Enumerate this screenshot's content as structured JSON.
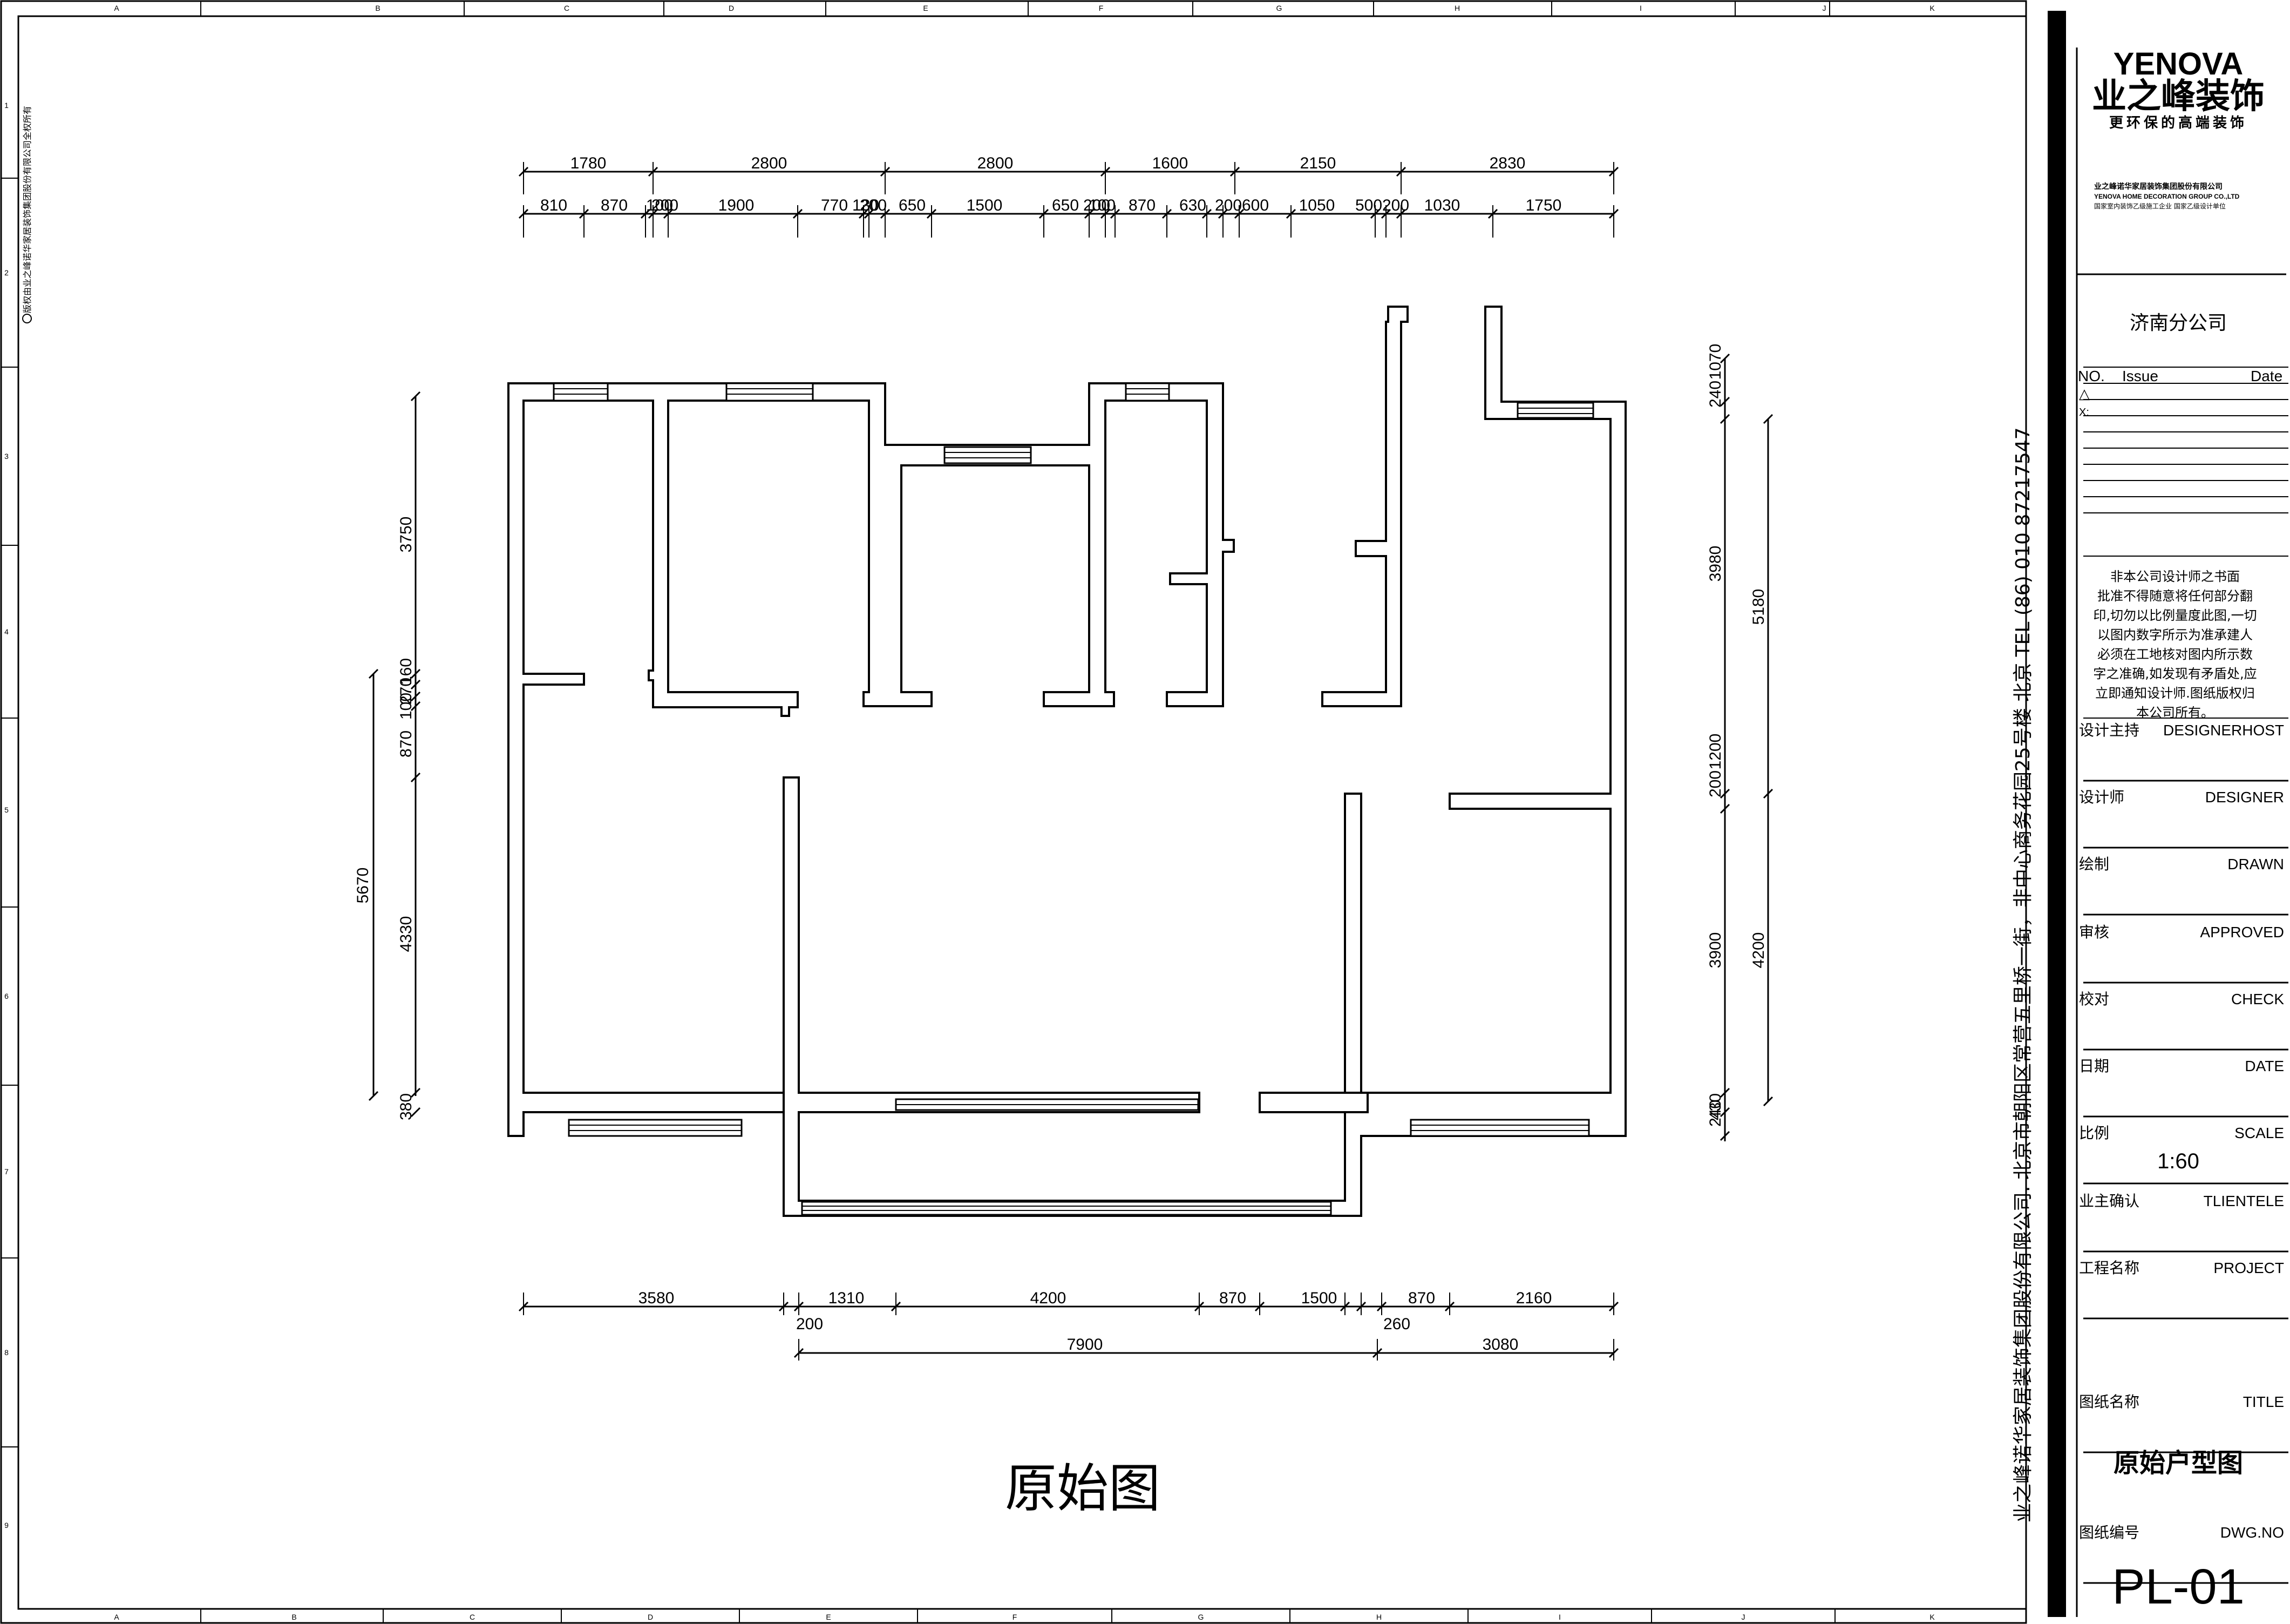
{
  "title_block": {
    "logo_en": "YENOVA",
    "logo_cn": "业之峰装饰",
    "slogan": "更环保的高端装饰",
    "company_cn_small": "业之峰诺华家居装饰集团股份有限公司",
    "company_en_small": "YENOVA HOME DECORATION GROUP CO.,LTD",
    "qualification": "国家室内装饰乙级施工企业 国家乙级设计单位",
    "branch": "济南分公司",
    "rev_no": "NO.",
    "rev_issue": "Issue",
    "rev_date": "Date",
    "rev_x": "X:",
    "disclaimer": [
      "非本公司设计师之书面",
      "批准不得随意将任何部分翻",
      "印,切勿以比例量度此图,一切",
      "以图内数字所示为准承建人",
      "必须在工地核对图内所示数",
      "字之准确,如发现有矛盾处,应",
      "立即通知设计师.图纸版权归",
      "本公司所有。"
    ],
    "fields": [
      {
        "cn": "设计主持",
        "en": "DESIGNERHOST",
        "value": ""
      },
      {
        "cn": "设计师",
        "en": "DESIGNER",
        "value": ""
      },
      {
        "cn": "绘制",
        "en": "DRAWN",
        "value": ""
      },
      {
        "cn": "审核",
        "en": "APPROVED",
        "value": ""
      },
      {
        "cn": "校对",
        "en": "CHECK",
        "value": ""
      },
      {
        "cn": "日期",
        "en": "DATE",
        "value": ""
      },
      {
        "cn": "比例",
        "en": "SCALE",
        "value": "1:60"
      },
      {
        "cn": "业主确认",
        "en": "TLIENTELE",
        "value": ""
      },
      {
        "cn": "工程名称",
        "en": "PROJECT",
        "value": ""
      },
      {
        "cn": "图纸名称",
        "en": "TITLE",
        "value": "原始户型图"
      },
      {
        "cn": "图纸编号",
        "en": "DWG.NO",
        "value": "PL-01"
      }
    ],
    "vertical_address": "业之峰诺华家居装饰集团股份有限公司. 北京市朝阳区常营五里桥一街，非中心商务花园25号楼   北京   TEL  (86)  010  87217547",
    "copyright_vertical": "版权由业之峰诺华家居装饰集团股份有限公司全权所有"
  },
  "drawing": {
    "caption": "原始图",
    "grid_cols_top": [
      "A",
      "B",
      "C",
      "D",
      "E",
      "F",
      "G",
      "H",
      "I",
      "J",
      "K"
    ],
    "grid_cols_bottom": [
      "A",
      "B",
      "C",
      "D",
      "E",
      "F",
      "G",
      "H",
      "I",
      "J",
      "K"
    ],
    "grid_rows": [
      "1",
      "2",
      "3",
      "4",
      "5",
      "6",
      "7",
      "8",
      "9"
    ],
    "dims_top_outer": [
      "1780",
      "2800",
      "2800",
      "1600",
      "2150",
      "2830"
    ],
    "dims_top_inner": [
      "810",
      "870",
      "100",
      "200",
      "1900",
      "770",
      "130",
      "200",
      "650",
      "1500",
      "650",
      "200",
      "100",
      "870",
      "630",
      "200",
      "600",
      "1050",
      "500",
      "200",
      "1030",
      "1750"
    ],
    "dims_bottom_inner": [
      "3580",
      "1310",
      "4200",
      "870",
      "1500",
      "870",
      "2160"
    ],
    "dims_bottom_small": [
      "200",
      "260"
    ],
    "dims_bottom_outer": [
      "7900",
      "3080"
    ],
    "dims_left_outer": [
      "5670"
    ],
    "dims_left_inner": [
      "3750",
      "160",
      "270",
      "100",
      "870",
      "4330",
      "380"
    ],
    "dims_right_inner": [
      "1070",
      "240",
      "3980",
      "1200",
      "200",
      "3900",
      "430",
      "240"
    ],
    "dims_right_outer": [
      "5180",
      "4200"
    ]
  }
}
